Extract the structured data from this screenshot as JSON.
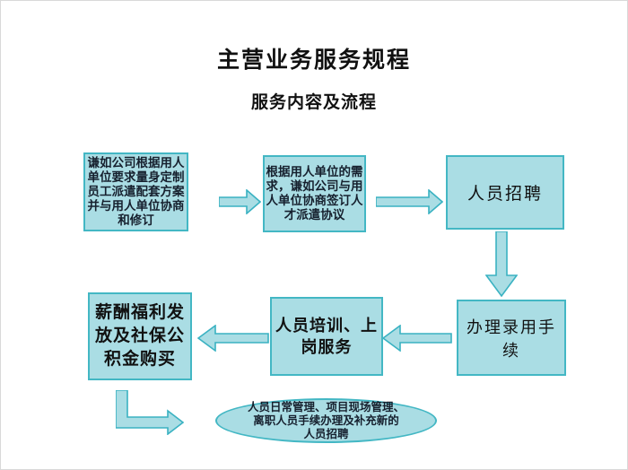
{
  "page": {
    "title": "主营业务服务规程",
    "subtitle": "服务内容及流程"
  },
  "colors": {
    "shape_fill": "#aadde4",
    "shape_border": "#43b7c4",
    "text": "#1a1a1a",
    "background": "#ffffff",
    "page_border": "#d9d9d9"
  },
  "flow": {
    "step_plan": {
      "text": "谦如公司根据用人\n单位要求量身定制\n员工派遣配套方案\n并与用人单位协商\n和修订"
    },
    "step_agreement": {
      "text": "根据用人单位的需\n求，谦如公司与用\n人单位协商签订人\n才派遣协议"
    },
    "step_recruit": {
      "text": "人员招聘"
    },
    "step_hire": {
      "text": "办理录用手续"
    },
    "step_training": {
      "text": "人员培训、上\n岗服务"
    },
    "step_salary": {
      "text": "薪酬福利发\n放及社保公\n积金购买"
    },
    "step_operations": {
      "text": "人员日常管理、项目现场管理、\n离职人员手续办理及补充新的\n人员招聘"
    }
  }
}
